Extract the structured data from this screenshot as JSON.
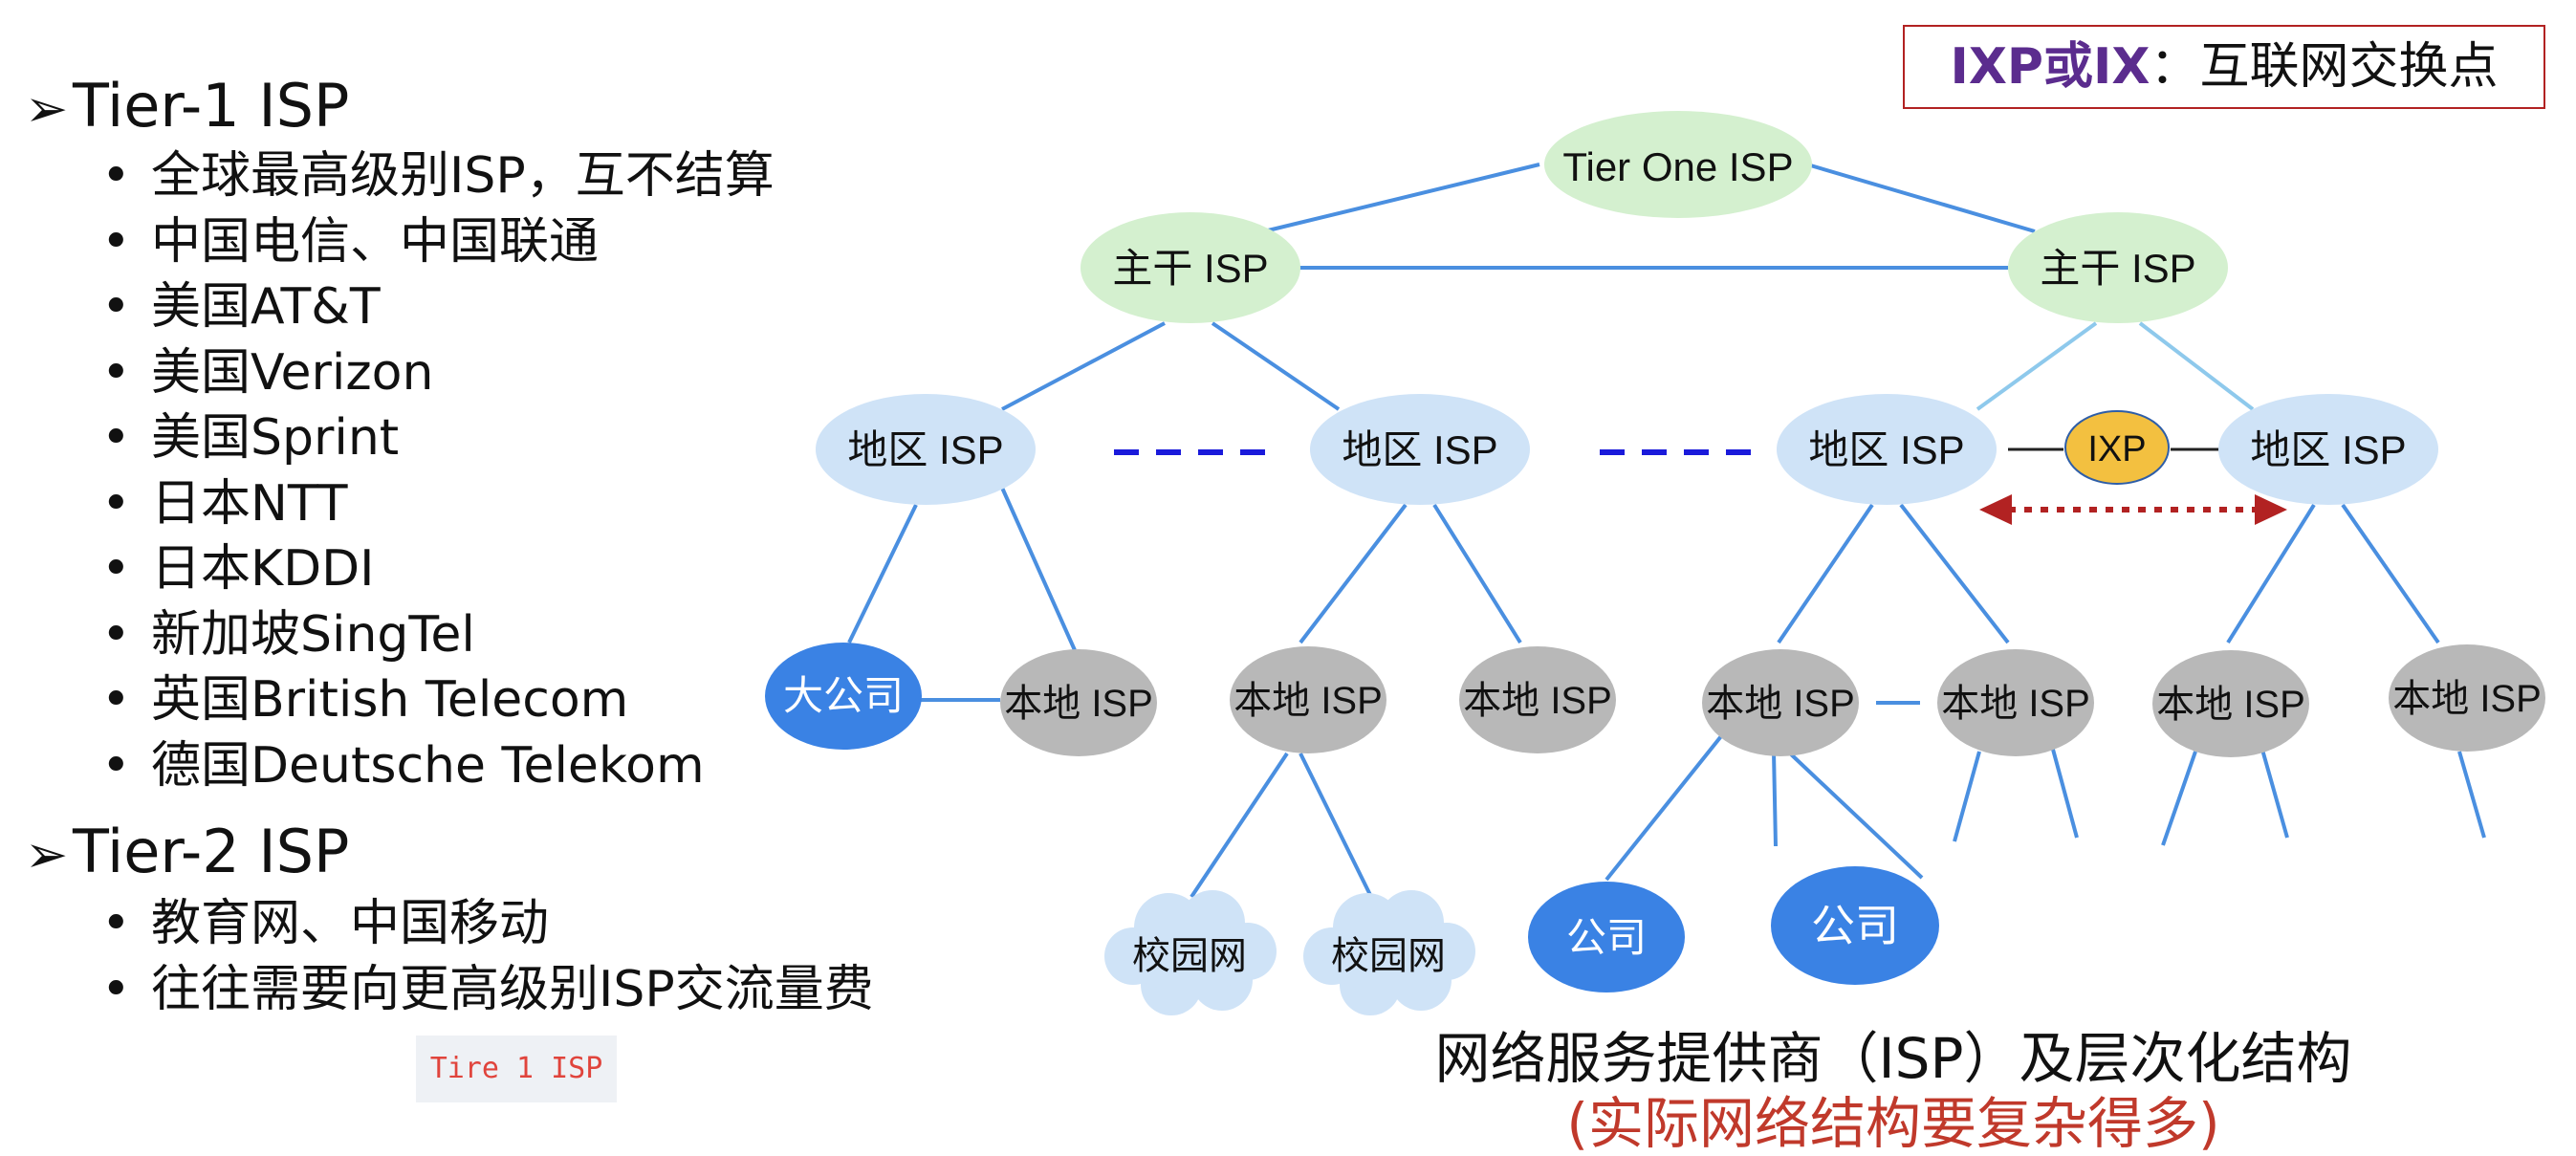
{
  "left": {
    "tier1": {
      "heading": "Tier-1 ISP",
      "items": [
        "全球最高级别ISP，互不结算",
        "中国电信、中国联通",
        "美国AT&T",
        "美国Verizon",
        "美国Sprint",
        "日本NTT",
        "日本KDDI",
        "新加坡SingTel",
        "英国British Telecom",
        "德国Deutsche Telekom"
      ]
    },
    "tier2": {
      "heading": "Tier-2 ISP",
      "items": [
        "教育网、中国移动",
        "往往需要向更高级别ISP交流量费"
      ]
    },
    "arrow_glyph": "➢",
    "code_chip": "Tire 1 ISP"
  },
  "legend": {
    "term": "IXP或IX",
    "sep": "：",
    "desc": "互联网交换点"
  },
  "diagram": {
    "nodes": {
      "tier_one": "Tier One ISP",
      "backbone_left": "主干 ISP",
      "backbone_right": "主干 ISP",
      "region_1": "地区 ISP",
      "region_2": "地区 ISP",
      "region_3": "地区 ISP",
      "region_4": "地区 ISP",
      "ixp": "IXP",
      "big_company": "大公司",
      "local_1": "本地 ISP",
      "local_2": "本地 ISP",
      "local_3": "本地 ISP",
      "local_4": "本地 ISP",
      "local_5": "本地 ISP",
      "local_6": "本地 ISP",
      "local_7": "本地 ISP",
      "campus_1": "校园网",
      "campus_2": "校园网",
      "company_1": "公司",
      "company_2": "公司"
    },
    "colors": {
      "link": "#4a8fe0",
      "link_light": "#8ec9ec",
      "tier_fill": "#d4f0cf",
      "region_fill": "#cfe3f7",
      "local_fill": "#b8b8b8",
      "company_fill": "#3a82e4",
      "ixp_fill": "#f3c040",
      "campus_fill": "#cfe3f7",
      "dash": "#1a1adb",
      "peering_arrow": "#b22222"
    }
  },
  "caption": {
    "line1": "网络服务提供商（ISP）及层次化结构",
    "line2": "(实际网络结构要复杂得多)"
  }
}
